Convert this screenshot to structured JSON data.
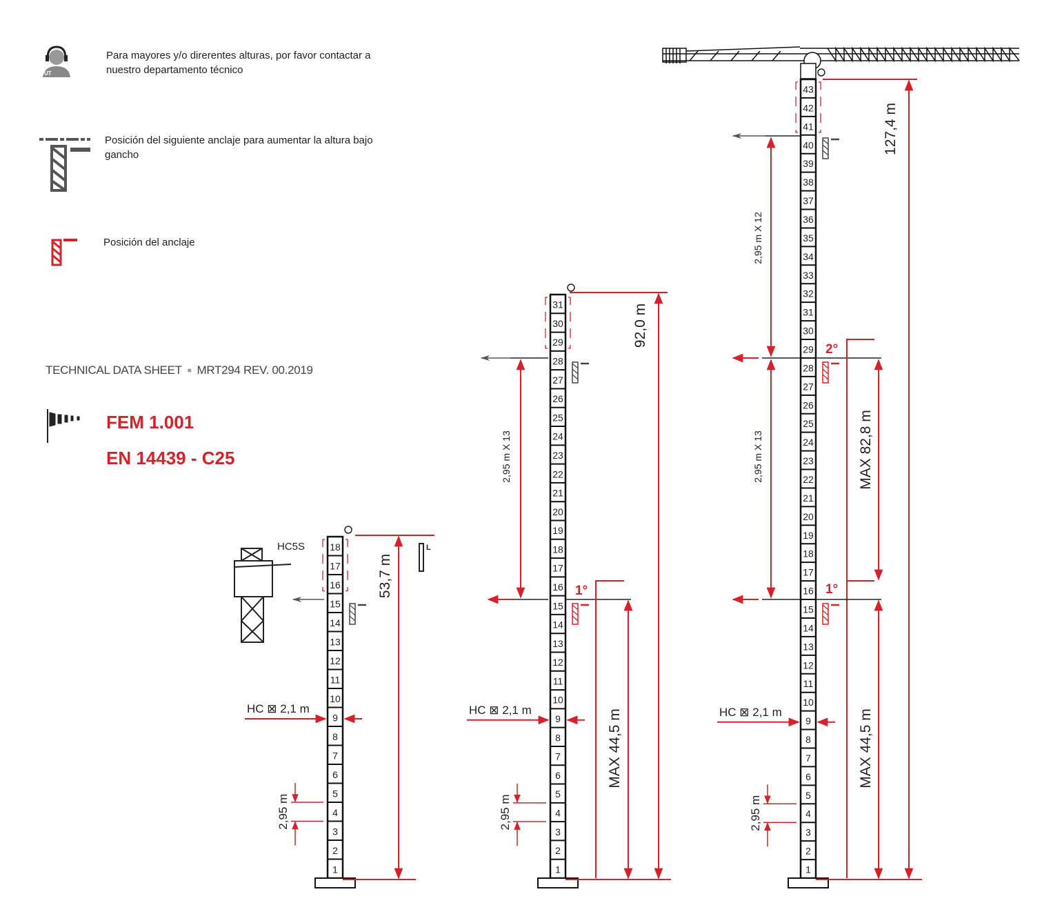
{
  "legend": {
    "contact_text": "Para mayores y/o direrentes alturas, por favor contactar a nuestro departamento técnico",
    "contact_icon_label": "UT",
    "next_anchor_text": "Posición del siguiente anclaje para aumentar la altura bajo gancho",
    "anchor_text": "Posición del anclaje"
  },
  "sheet": {
    "title": "TECHNICAL DATA SHEET",
    "model": "MRT294",
    "revision": "REV. 00.2019",
    "norm1": "FEM 1.001",
    "norm2": "EN 14439 - C25"
  },
  "colors": {
    "accent": "#d8202a",
    "ink": "#222222",
    "gray": "#555555"
  },
  "masts": [
    {
      "sections": 18,
      "height_label": "53,7 m",
      "hc_label": "HC ⊠ 2,1 m",
      "section_label": "2,95 m",
      "climbing_label": "HC5S",
      "side_label": "L"
    },
    {
      "sections": 31,
      "height_label": "92,0 m",
      "hc_label": "HC ⊠ 2,1 m",
      "section_label": "2,95 m",
      "span_label": "2,95 m X 13",
      "anchor1_label": "1°",
      "max1_label": "MAX 44,5 m"
    },
    {
      "sections": 43,
      "height_label": "127,4 m",
      "hc_label": "HC ⊠ 2,1 m",
      "section_label": "2,95 m",
      "span_top_label": "2,95 m X 12",
      "span_label": "2,95 m X 13",
      "anchor1_label": "1°",
      "anchor2_label": "2°",
      "max1_label": "MAX 44,5 m",
      "max2_label": "MAX 82,8 m"
    }
  ]
}
